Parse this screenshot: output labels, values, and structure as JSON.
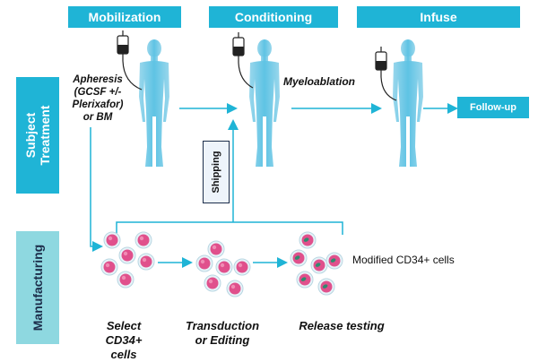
{
  "headers": {
    "mobilization": "Mobilization",
    "conditioning": "Conditioning",
    "infuse": "Infuse"
  },
  "side_labels": {
    "subject_treatment": "Subject Treatment",
    "manufacturing": "Manufacturing"
  },
  "apheresis_lines": [
    "Apheresis",
    "(GCSF +/-",
    "Plerixafor)",
    "or BM"
  ],
  "myeloablation": "Myeloablation",
  "follow_up": "Follow-up",
  "shipping": "Shipping",
  "modified_cells": "Modified CD34+ cells",
  "steps": {
    "select": [
      "Select",
      "CD34+",
      "cells"
    ],
    "transduction": [
      "Transduction",
      "or Editing"
    ],
    "release": [
      "Release testing"
    ]
  },
  "colors": {
    "accent": "#1fb4d6",
    "side_dark": "#1fb4d6",
    "side_light": "#8ed8e0",
    "cell": "#e0508c"
  }
}
